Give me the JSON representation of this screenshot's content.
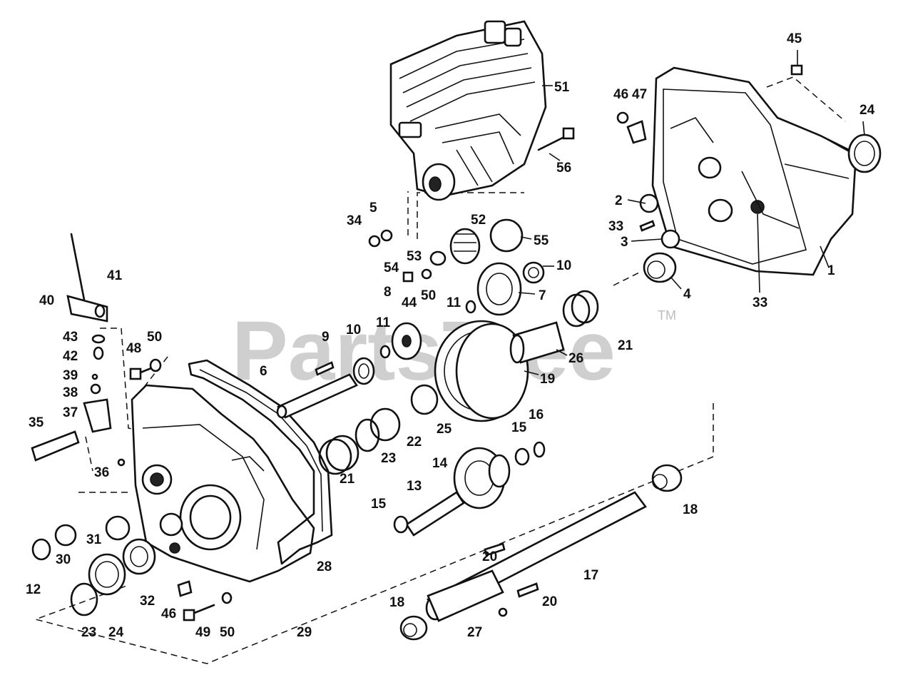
{
  "watermark": {
    "text": "PartsTree",
    "tm": "TM"
  },
  "callouts": [
    {
      "id": "c1",
      "text": "1"
    },
    {
      "id": "c2",
      "text": "2"
    },
    {
      "id": "c3",
      "text": "3"
    },
    {
      "id": "c4",
      "text": "4"
    },
    {
      "id": "c5",
      "text": "5"
    },
    {
      "id": "c6",
      "text": "6"
    },
    {
      "id": "c7",
      "text": "7"
    },
    {
      "id": "c8",
      "text": "8"
    },
    {
      "id": "c9",
      "text": "9"
    },
    {
      "id": "c10a",
      "text": "10"
    },
    {
      "id": "c10b",
      "text": "10"
    },
    {
      "id": "c11a",
      "text": "11"
    },
    {
      "id": "c11b",
      "text": "11"
    },
    {
      "id": "c12",
      "text": "12"
    },
    {
      "id": "c13",
      "text": "13"
    },
    {
      "id": "c14",
      "text": "14"
    },
    {
      "id": "c15a",
      "text": "15"
    },
    {
      "id": "c15b",
      "text": "15"
    },
    {
      "id": "c16",
      "text": "16"
    },
    {
      "id": "c17",
      "text": "17"
    },
    {
      "id": "c18a",
      "text": "18"
    },
    {
      "id": "c18b",
      "text": "18"
    },
    {
      "id": "c19",
      "text": "19"
    },
    {
      "id": "c20a",
      "text": "20"
    },
    {
      "id": "c20b",
      "text": "20"
    },
    {
      "id": "c21a",
      "text": "21"
    },
    {
      "id": "c21b",
      "text": "21"
    },
    {
      "id": "c22",
      "text": "22"
    },
    {
      "id": "c23a",
      "text": "23"
    },
    {
      "id": "c23b",
      "text": "23"
    },
    {
      "id": "c24a",
      "text": "24"
    },
    {
      "id": "c24b",
      "text": "24"
    },
    {
      "id": "c25",
      "text": "25"
    },
    {
      "id": "c26",
      "text": "26"
    },
    {
      "id": "c27",
      "text": "27"
    },
    {
      "id": "c28",
      "text": "28"
    },
    {
      "id": "c29",
      "text": "29"
    },
    {
      "id": "c30",
      "text": "30"
    },
    {
      "id": "c31",
      "text": "31"
    },
    {
      "id": "c32",
      "text": "32"
    },
    {
      "id": "c33a",
      "text": "33"
    },
    {
      "id": "c33b",
      "text": "33"
    },
    {
      "id": "c34",
      "text": "34"
    },
    {
      "id": "c35",
      "text": "35"
    },
    {
      "id": "c36",
      "text": "36"
    },
    {
      "id": "c37",
      "text": "37"
    },
    {
      "id": "c38",
      "text": "38"
    },
    {
      "id": "c39",
      "text": "39"
    },
    {
      "id": "c40",
      "text": "40"
    },
    {
      "id": "c41",
      "text": "41"
    },
    {
      "id": "c42",
      "text": "42"
    },
    {
      "id": "c43",
      "text": "43"
    },
    {
      "id": "c44",
      "text": "44"
    },
    {
      "id": "c45",
      "text": "45"
    },
    {
      "id": "c46a",
      "text": "46"
    },
    {
      "id": "c46b",
      "text": "46"
    },
    {
      "id": "c47",
      "text": "47"
    },
    {
      "id": "c48",
      "text": "48"
    },
    {
      "id": "c49",
      "text": "49"
    },
    {
      "id": "c50a",
      "text": "50"
    },
    {
      "id": "c50b",
      "text": "50"
    },
    {
      "id": "c50c",
      "text": "50"
    },
    {
      "id": "c51",
      "text": "51"
    },
    {
      "id": "c52",
      "text": "52"
    },
    {
      "id": "c53",
      "text": "53"
    },
    {
      "id": "c54",
      "text": "54"
    },
    {
      "id": "c55",
      "text": "55"
    },
    {
      "id": "c56",
      "text": "56"
    }
  ]
}
